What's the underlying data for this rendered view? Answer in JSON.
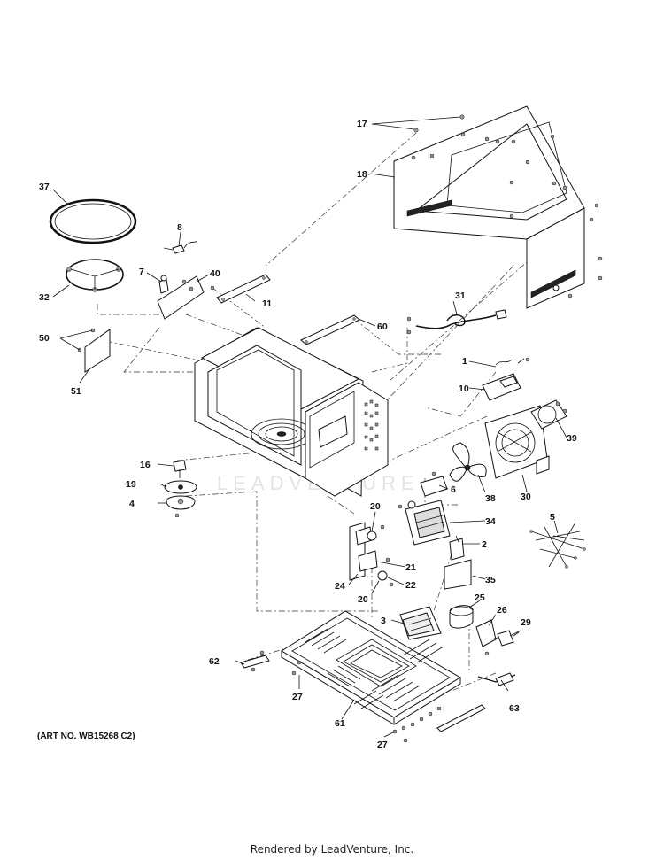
{
  "watermark": "LEADVENTURE",
  "caption": "(ART NO. WB15268 C2)",
  "footer": "Rendered by LeadVenture, Inc.",
  "callouts": {
    "c1": "1",
    "c2": "2",
    "c3": "3",
    "c4": "4",
    "c5": "5",
    "c6": "6",
    "c7": "7",
    "c8": "8",
    "c10": "10",
    "c11": "11",
    "c16": "16",
    "c17": "17",
    "c18": "18",
    "c19": "19",
    "c20a": "20",
    "c20b": "20",
    "c21": "21",
    "c22": "22",
    "c24": "24",
    "c25": "25",
    "c26": "26",
    "c27a": "27",
    "c27b": "27",
    "c29": "29",
    "c30": "30",
    "c31": "31",
    "c32": "32",
    "c34": "34",
    "c35": "35",
    "c37": "37",
    "c38": "38",
    "c39": "39",
    "c40": "40",
    "c50": "50",
    "c51": "51",
    "c60": "60",
    "c61": "61",
    "c62": "62",
    "c63": "63"
  }
}
